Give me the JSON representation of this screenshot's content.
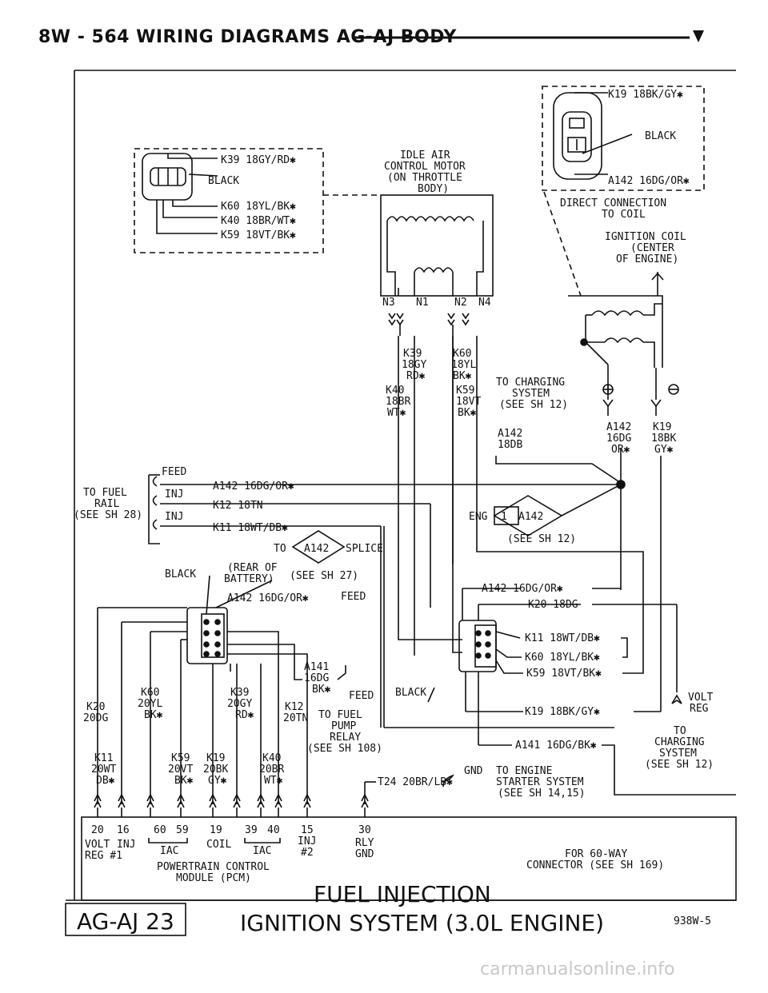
{
  "header": {
    "text": "8W - 564   WIRING DIAGRAMS AG-AJ BODY",
    "mark": "▼"
  },
  "texts": {
    "k19_top": "K19 18BK/GY✱",
    "black_top": "BLACK",
    "a142_top": "A142 16DG/OR✱",
    "direct1": "DIRECT CONNECTION",
    "direct2": "TO COIL",
    "ign1": "IGNITION COIL",
    "ign2": "(CENTER",
    "ign3": "OF ENGINE)",
    "k39_left": "K39 18GY/RD✱",
    "black_left": "BLACK",
    "k60_left": "K60 18YL/BK✱",
    "k40_left": "K40 18BR/WT✱",
    "k59_left": "K59 18VT/BK✱",
    "iac1": "IDLE AIR",
    "iac2": "CONTROL MOTOR",
    "iac3": "(ON THROTTLE",
    "iac4": "BODY)",
    "n3": "N3",
    "n1": "N1",
    "n2": "N2",
    "n4": "N4",
    "k39a": "K39",
    "k39b": "18GY",
    "k39c": "RD✱",
    "k60a": "K60",
    "k60b": "18YL",
    "k60c": "BK✱",
    "k40a": "K40",
    "k40b": "18BR",
    "k40c": "WT✱",
    "k59a": "K59",
    "k59b": "18VT",
    "k59c": "BK✱",
    "chg1": "TO CHARGING",
    "chg2": "SYSTEM",
    "chg3": "(SEE SH 12)",
    "a142db1": "A142",
    "a142db2": "18DB",
    "a142dg1": "A142",
    "a142dg2": "16DG",
    "a142dg3": "OR✱",
    "k19r1": "K19",
    "k19r2": "18BK",
    "k19r3": "GY✱",
    "feed": "FEED",
    "inj1": "INJ",
    "inj2": "INJ",
    "rail1": "TO FUEL",
    "rail2": "RAIL",
    "rail3": "(SEE SH 28)",
    "a142_rail": "A142 16DG/OR✱",
    "k12_rail": "K12 18TN",
    "k11_rail": "K11 18WT/DB✱",
    "eng": "ENG",
    "eng_num": "1",
    "eng_a142": "A142",
    "see12": "(SEE SH 12)",
    "to_splice": "TO",
    "splice_a142": "A142",
    "splice": "SPLICE",
    "black_batt": "BLACK",
    "rear1": "(REAR OF",
    "rear2": "BATTERY)",
    "see27": "(SEE SH 27)",
    "feed2": "FEED",
    "a142_batt": "A142 16DG/OR✱",
    "a142_r": "A142 16DG/OR✱",
    "k20_r": "K20 18DG",
    "k11_r": "K11 18WT/DB✱",
    "k60_r": "K60 18YL/BK✱",
    "k59_r": "K59 18VT/BK✱",
    "black_r": "BLACK",
    "k19_r": "K19 18BK/GY✱",
    "a141_r": "A141 16DG/BK✱",
    "volt1": "VOLT",
    "volt2": "REG",
    "to1": "TO",
    "to2": "CHARGING",
    "to3": "SYSTEM",
    "to4": "(SEE SH 12)",
    "a141a": "A141",
    "a141b": "16DG",
    "a141c": "BK✱",
    "feed3": "FEED",
    "k12a": "K12",
    "k12b": "20TN",
    "pump1": "TO FUEL",
    "pump2": "PUMP",
    "pump3": "RELAY",
    "pump4": "(SEE SH 108)",
    "k20a": "K20",
    "k20b": "20DG",
    "k60pa": "K60",
    "k60pb": "20YL",
    "k60pc": "BK✱",
    "k39pa": "K39",
    "k39pb": "20GY",
    "k39pc": "RD✱",
    "k11pa": "K11",
    "k11pb": "20WT",
    "k11pc": "DB✱",
    "k59pa": "K59",
    "k59pb": "20VT",
    "k59pc": "BK✱",
    "k19pa": "K19",
    "k19pb": "20BK",
    "k19pc": "GY✱",
    "k40pa": "K40",
    "k40pb": "20BR",
    "k40pc": "WT✱",
    "gnd1": "GND",
    "gnd2": "TO ENGINE",
    "gnd3": "STARTER SYSTEM",
    "gnd4": "(SEE SH 14,15)",
    "t24": "T24 20BR/LB✱",
    "p20": "20",
    "p16": "16",
    "p60": "60",
    "p59": "59",
    "p19": "19",
    "p39": "39",
    "p40": "40",
    "p15": "15",
    "p30": "30",
    "volt_reg1": "VOLT",
    "volt_reg2": "REG #1",
    "inj_a": "INJ",
    "iac_a": "IAC",
    "coil": "COIL",
    "iac_b": "IAC",
    "inj_b": "INJ",
    "inj_b2": "#2",
    "rly1": "RLY",
    "rly2": "GND",
    "pcm1": "POWERTRAIN CONTROL",
    "pcm2": "MODULE (PCM)",
    "sixty1": "FOR 60-WAY",
    "sixty2": "CONNECTOR (SEE SH 169)",
    "title1": "FUEL INJECTION",
    "title2": "IGNITION SYSTEM (3.0L ENGINE)",
    "box": "AG-AJ 23",
    "code": "938W-5"
  },
  "watermark": "carmanualsonline.info"
}
